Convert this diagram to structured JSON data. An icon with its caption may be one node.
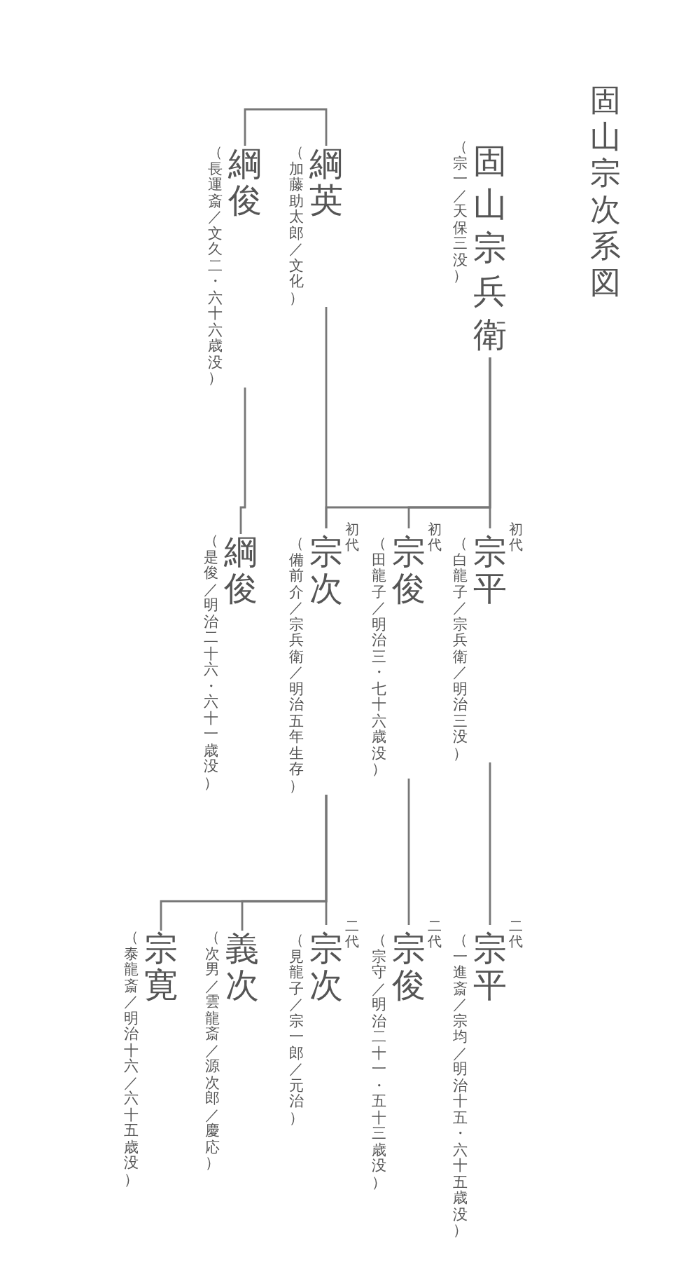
{
  "diagram": {
    "title": "固山宗次系図",
    "nodes": [
      {
        "text": [
          "（宗一／天保三没）",
          "固山宗兵衛"
        ]
      },
      {
        "text": [
          "（加藤助太郎／文化）",
          "綱英"
        ]
      },
      {
        "text": [
          "（長運斎／文久二・六十六歳没）",
          "綱俊"
        ]
      },
      {
        "text": [
          "（白龍子／宗兵衛／明治三没）",
          "宗平"
        ],
        "beside": [
          "初代"
        ]
      },
      {
        "text": [
          "（田龍子／明治三・七十六歳没）",
          "宗俊"
        ],
        "beside": [
          "初代"
        ]
      },
      {
        "text": [
          "（備前介／宗兵衛／明治五年生存）",
          "宗次"
        ],
        "beside": [
          "初代"
        ]
      },
      {
        "text": [
          "（是俊／明治二十六・六十一歳没）",
          "綱俊"
        ]
      },
      {
        "text": [
          "（一進斎／宗均／明治十五・六十五歳没）",
          "宗平"
        ],
        "beside": [
          "二代"
        ]
      },
      {
        "text": [
          "（宗守／明治二十一・五十三歳没）",
          "宗俊"
        ],
        "beside": [
          "二代"
        ]
      },
      {
        "text": [
          "（見龍子／宗一郎／元治）",
          "宗次"
        ],
        "beside": [
          "二代"
        ]
      },
      {
        "text": [
          "（次男／雲龍斎／源次郎／慶応）",
          "義次"
        ]
      },
      {
        "text": [
          "（泰龍斎／明治十六／六十五歳没）",
          "宗寛"
        ]
      }
    ],
    "edges": [
      {
        "from": 1,
        "to": 2,
        "arrow": "none"
      },
      {
        "from": 0,
        "to": 3,
        "arrow": "none"
      },
      {
        "from": 0,
        "to": 4,
        "arrow": "none"
      },
      {
        "from": 0,
        "to": 5,
        "arrow": "none"
      },
      {
        "from": 1,
        "to": 5,
        "arrow": "none"
      },
      {
        "from": 2,
        "to": 6,
        "arrow": "none"
      },
      {
        "from": 3,
        "to": 7,
        "arrow": "none"
      },
      {
        "from": 4,
        "to": 8,
        "arrow": "none"
      },
      {
        "from": 5,
        "to": 9,
        "arrow": "none"
      },
      {
        "from": 5,
        "to": 10,
        "arrow": "none"
      },
      {
        "from": 5,
        "to": 11,
        "arrow": "none"
      }
    ]
  }
}
